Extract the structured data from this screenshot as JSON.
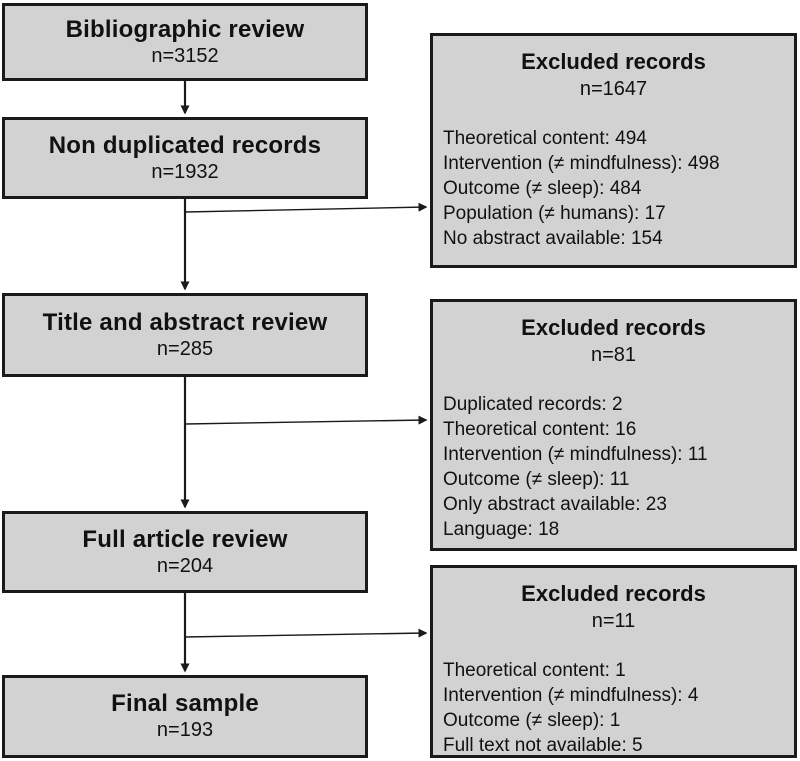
{
  "diagram": {
    "flow_steps": [
      {
        "title": "Bibliographic review",
        "count": "n=3152"
      },
      {
        "title": "Non duplicated records",
        "count": "n=1932"
      },
      {
        "title": "Title and abstract review",
        "count": "n=285"
      },
      {
        "title": "Full article review",
        "count": "n=204"
      },
      {
        "title": "Final sample",
        "count": "n=193"
      }
    ],
    "exclusion_boxes": [
      {
        "title": "Excluded records",
        "count": "n=1647",
        "items": [
          "Theoretical content: 494",
          "Intervention (≠ mindfulness): 498",
          "Outcome (≠ sleep): 484",
          "Population (≠ humans): 17",
          "No abstract available: 154"
        ]
      },
      {
        "title": "Excluded records",
        "count": "n=81",
        "items": [
          "Duplicated records: 2",
          "Theoretical content: 16",
          "Intervention (≠ mindfulness): 11",
          "Outcome (≠ sleep): 11",
          "Only abstract available: 23",
          "Language: 18"
        ]
      },
      {
        "title": "Excluded records",
        "count": "n=11",
        "items": [
          "Theoretical content: 1",
          "Intervention (≠ mindfulness): 4",
          "Outcome (≠ sleep): 1",
          "Full text not available: 5"
        ]
      }
    ],
    "colors": {
      "box_fill": "#d2d2d2",
      "box_border": "#1a1a1a",
      "arrow": "#1a1a1a",
      "background": "#ffffff"
    }
  }
}
